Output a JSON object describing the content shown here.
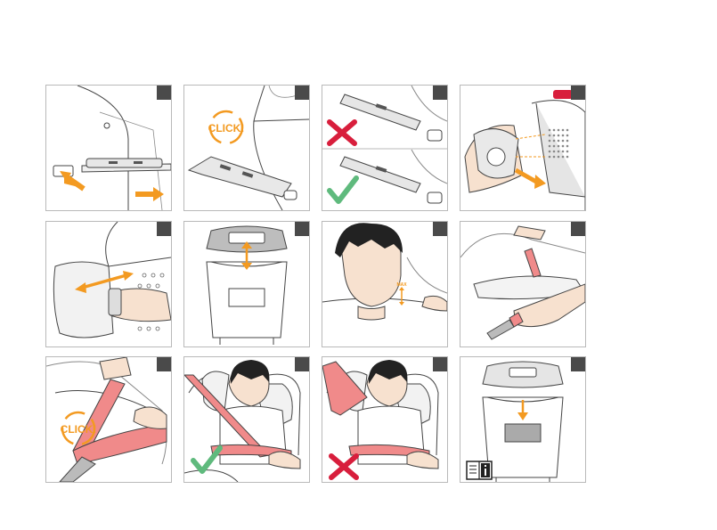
{
  "labels": {
    "click_1": "CLICK!",
    "click_2": "CLICK!",
    "max": "MAX"
  },
  "colors": {
    "accent_orange": "#f39a21",
    "ok_green": "#5fba7d",
    "error_red": "#d81e3c",
    "belt_pink": "#f08a8a",
    "skin": "#f7e1cf",
    "line": "#444444",
    "badge": "#4a4a4a"
  },
  "icons": [
    "check-icon",
    "cross-icon",
    "manual-info-icon"
  ]
}
